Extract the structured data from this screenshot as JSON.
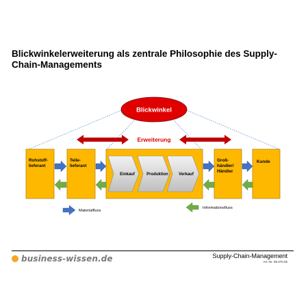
{
  "title": "Blickwinkelerweiterung als zentrale Philosophie des Supply-Chain-Managements",
  "diagram": {
    "perspective_label": "Blickwinkel",
    "extension_label": "Erweiterung",
    "stages": [
      {
        "label": "Rohstoff-lieferant",
        "lines": [
          "Rohstoff-",
          "lieferant"
        ]
      },
      {
        "label": "Teile-lieferant",
        "lines": [
          "Teile-",
          "lieferant"
        ]
      },
      {
        "label": "Groß-händler/Händler",
        "lines": [
          "Groß-",
          "händler/",
          "Händler"
        ]
      },
      {
        "label": "Kunde",
        "lines": [
          "Kunde"
        ]
      }
    ],
    "company_steps": [
      "Einkauf",
      "Produktion",
      "Verkauf"
    ],
    "legend": {
      "material_flow": "Materialfluss",
      "information_flow": "Informationsfluss"
    }
  },
  "colors": {
    "stage_fill": "#ffb800",
    "stage_stroke": "#b8860b",
    "material_arrow": "#4472c4",
    "information_arrow": "#70ad47",
    "ellipse_fill": "#e00000",
    "extension_arrow": "#c00000",
    "chevron_fill": "#d9d9d9",
    "dotted_line": "#4a7fc1"
  },
  "footer": {
    "brand": "business-wissen.de",
    "doc_title": "Supply-Chain-Management",
    "article_number": "Art.-Nr. 99.070.05"
  }
}
